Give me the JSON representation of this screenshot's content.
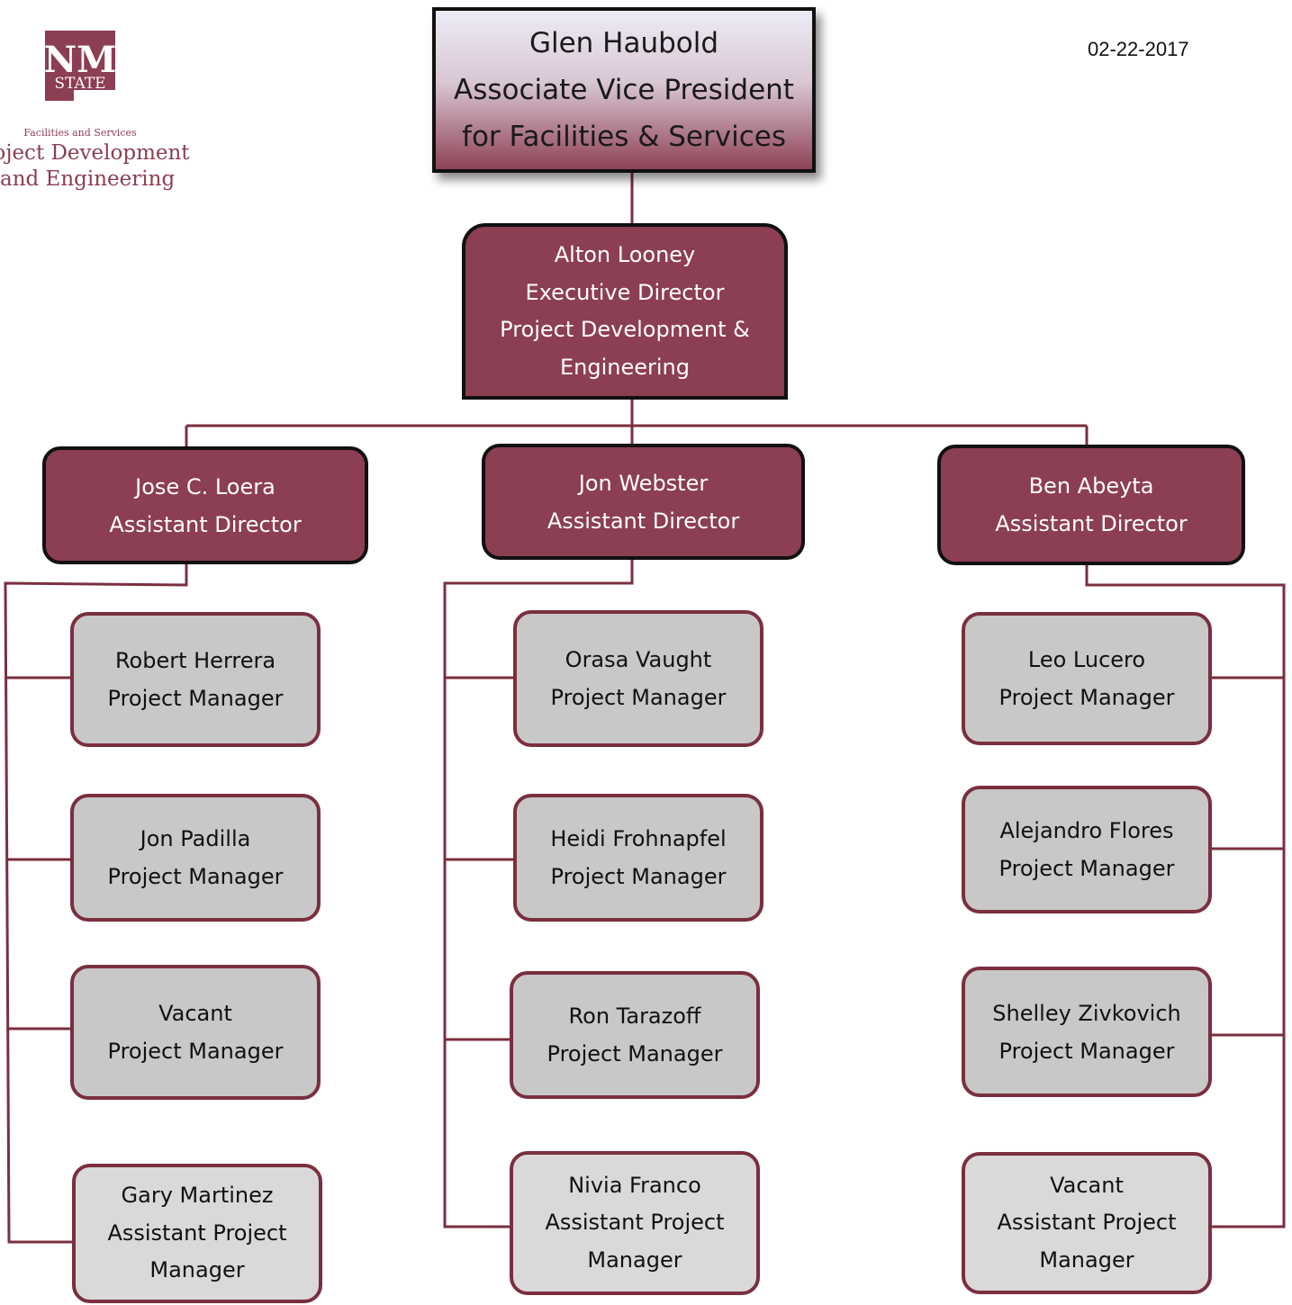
{
  "date": "02-22-2017",
  "logo": {
    "wordmark_top": "NM",
    "wordmark_bottom": "STATE",
    "subtitle": "Facilities and Services",
    "line1": "Project Development",
    "line2": "and Engineering"
  },
  "colors": {
    "maroon": "#8c3e52",
    "line": "#7a2f3f",
    "gray_box": "#c8c8c8",
    "light_gray_box": "#d9d9d9"
  },
  "org": {
    "top": {
      "name": "Glen Haubold",
      "title1": "Associate Vice President",
      "title2": "for Facilities & Services"
    },
    "exec": {
      "name": "Alton Looney",
      "title1": "Executive Director",
      "title2": "Project Development &",
      "title3": "Engineering"
    },
    "ad1": {
      "name": "Jose C. Loera",
      "title": "Assistant Director"
    },
    "ad2": {
      "name": "Jon Webster",
      "title": "Assistant Director"
    },
    "ad3": {
      "name": "Ben Abeyta",
      "title": "Assistant Director"
    },
    "c1": [
      {
        "name": "Robert Herrera",
        "title": "Project Manager"
      },
      {
        "name": "Jon Padilla",
        "title": "Project Manager"
      },
      {
        "name": "Vacant",
        "title": "Project Manager"
      },
      {
        "name": "Gary Martinez",
        "title1": "Assistant Project",
        "title2": "Manager"
      }
    ],
    "c2": [
      {
        "name": "Orasa Vaught",
        "title": "Project Manager"
      },
      {
        "name": "Heidi Frohnapfel",
        "title": "Project Manager"
      },
      {
        "name": "Ron Tarazoff",
        "title": "Project Manager"
      },
      {
        "name": "Nivia Franco",
        "title1": "Assistant Project",
        "title2": "Manager"
      }
    ],
    "c3": [
      {
        "name": "Leo Lucero",
        "title": "Project Manager"
      },
      {
        "name": "Alejandro Flores",
        "title": "Project Manager"
      },
      {
        "name": "Shelley Zivkovich",
        "title": "Project Manager"
      },
      {
        "name": "Vacant",
        "title1": "Assistant Project",
        "title2": "Manager"
      }
    ]
  }
}
